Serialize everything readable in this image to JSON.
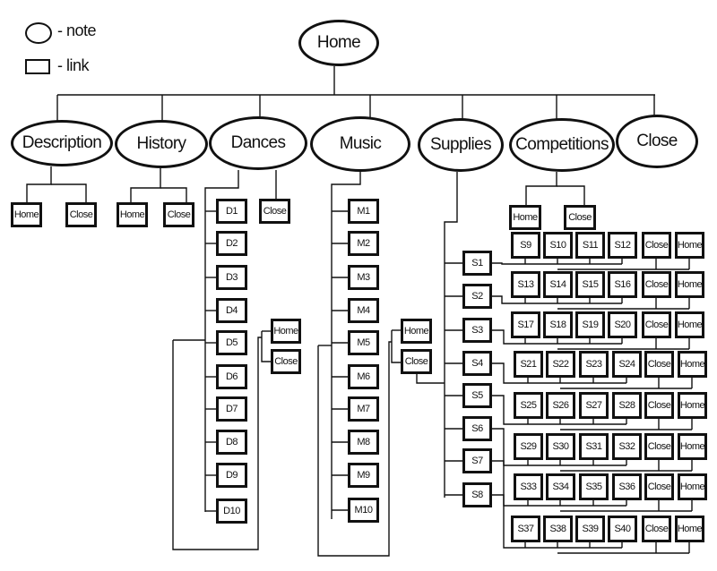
{
  "legend": {
    "note_label": "- note",
    "link_label": "- link",
    "note_shape": "oval",
    "link_shape": "rectangle"
  },
  "root": {
    "label": "Home",
    "type": "note"
  },
  "sections": [
    {
      "id": "description",
      "label": "Description",
      "type": "note",
      "children": [
        "Home",
        "Close"
      ]
    },
    {
      "id": "history",
      "label": "History",
      "type": "note",
      "children": [
        "Home",
        "Close"
      ]
    },
    {
      "id": "dances",
      "label": "Dances",
      "type": "note",
      "close": "Close",
      "items": [
        "D1",
        "D2",
        "D3",
        "D4",
        "D5",
        "D6",
        "D7",
        "D8",
        "D9",
        "D10"
      ],
      "shared_links": [
        "Home",
        "Close"
      ]
    },
    {
      "id": "music",
      "label": "Music",
      "type": "note",
      "items": [
        "M1",
        "M2",
        "M3",
        "M4",
        "M5",
        "M6",
        "M7",
        "M8",
        "M9",
        "M10"
      ],
      "shared_links": [
        "Home",
        "Close"
      ]
    },
    {
      "id": "supplies",
      "label": "Supplies",
      "type": "note",
      "items": [
        "S1",
        "S2",
        "S3",
        "S4",
        "S5",
        "S6",
        "S7",
        "S8"
      ]
    },
    {
      "id": "competitions",
      "label": "Competitions",
      "type": "note",
      "children": [
        "Home",
        "Close"
      ],
      "rows": [
        [
          "S9",
          "S10",
          "S11",
          "S12",
          "Close",
          "Home"
        ],
        [
          "S13",
          "S14",
          "S15",
          "S16",
          "Close",
          "Home"
        ],
        [
          "S17",
          "S18",
          "S19",
          "S20",
          "Close",
          "Home"
        ],
        [
          "S21",
          "S22",
          "S23",
          "S24",
          "Close",
          "Home"
        ],
        [
          "S25",
          "S26",
          "S27",
          "S28",
          "Close",
          "Home"
        ],
        [
          "S29",
          "S30",
          "S31",
          "S32",
          "Close",
          "Home"
        ],
        [
          "S33",
          "S34",
          "S35",
          "S36",
          "Close",
          "Home"
        ],
        [
          "S37",
          "S38",
          "S39",
          "S40",
          "Close",
          "Home"
        ]
      ]
    },
    {
      "id": "close",
      "label": "Close",
      "type": "note"
    }
  ]
}
